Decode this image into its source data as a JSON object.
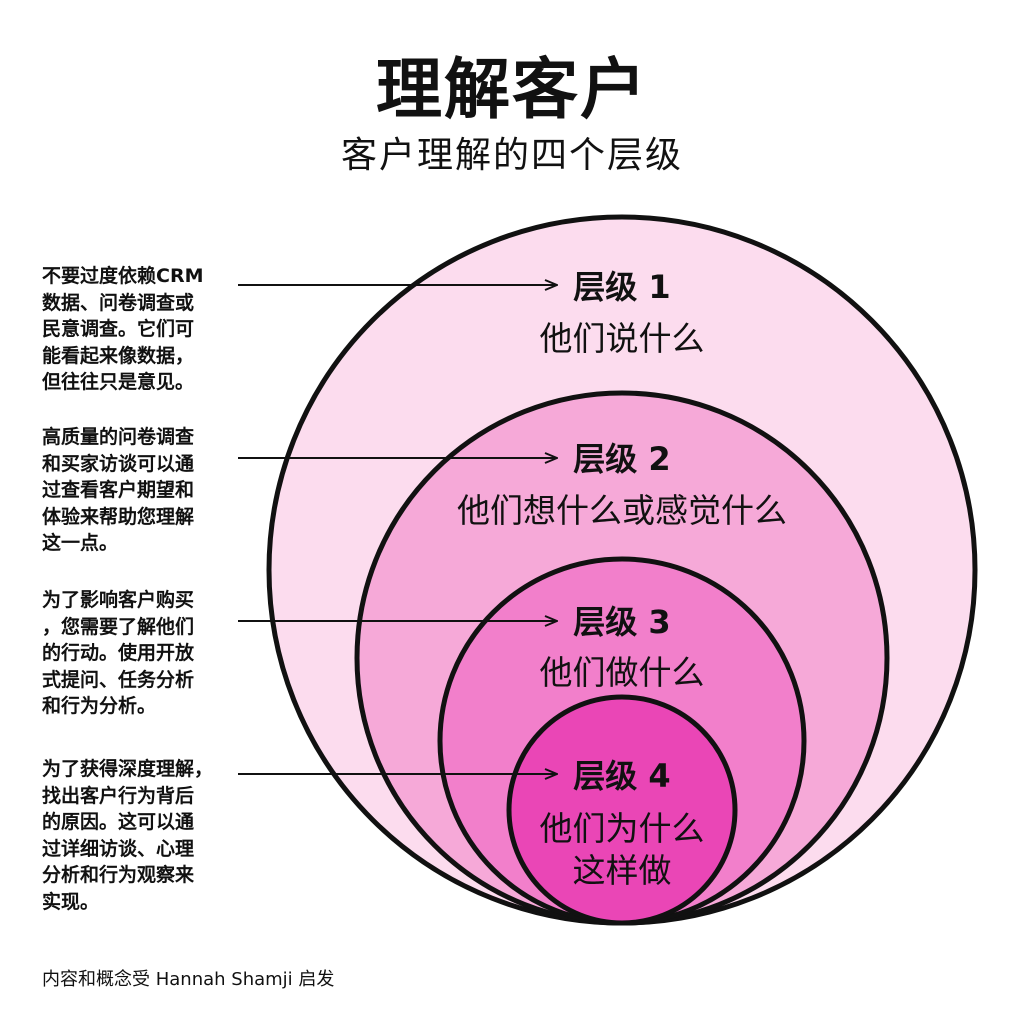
{
  "header": {
    "title": "理解客户",
    "subtitle": "客户理解的四个层级"
  },
  "colors": {
    "level1_fill": "#fcdcee",
    "level2_fill": "#f6a9d8",
    "level3_fill": "#f27fcb",
    "level4_fill": "#ea46b6",
    "stroke": "#111111"
  },
  "levels": [
    {
      "title": "层级 1",
      "desc_lines": [
        "他们说什么"
      ],
      "note": "不要过度依赖CRM\n数据、问卷调查或\n民意调查。它们可\n能看起来像数据，\n但往往只是意见。"
    },
    {
      "title": "层级 2",
      "desc_lines": [
        "他们想什么或感觉什么"
      ],
      "note": "高质量的问卷调查\n和买家访谈可以通\n过查看客户期望和\n体验来帮助您理解\n这一点。"
    },
    {
      "title": "层级 3",
      "desc_lines": [
        "他们做什么"
      ],
      "note": "为了影响客户购买\n，您需要了解他们\n的行动。使用开放\n式提问、任务分析\n和行为分析。"
    },
    {
      "title": "层级 4",
      "desc_lines": [
        "他们为什么",
        "这样做"
      ],
      "note": "为了获得深度理解，\n找出客户行为背后\n的原因。这可以通\n过详细访谈、心理\n分析和行为观察来\n实现。"
    }
  ],
  "footer": {
    "credit": "内容和概念受 Hannah Shamji 启发"
  }
}
